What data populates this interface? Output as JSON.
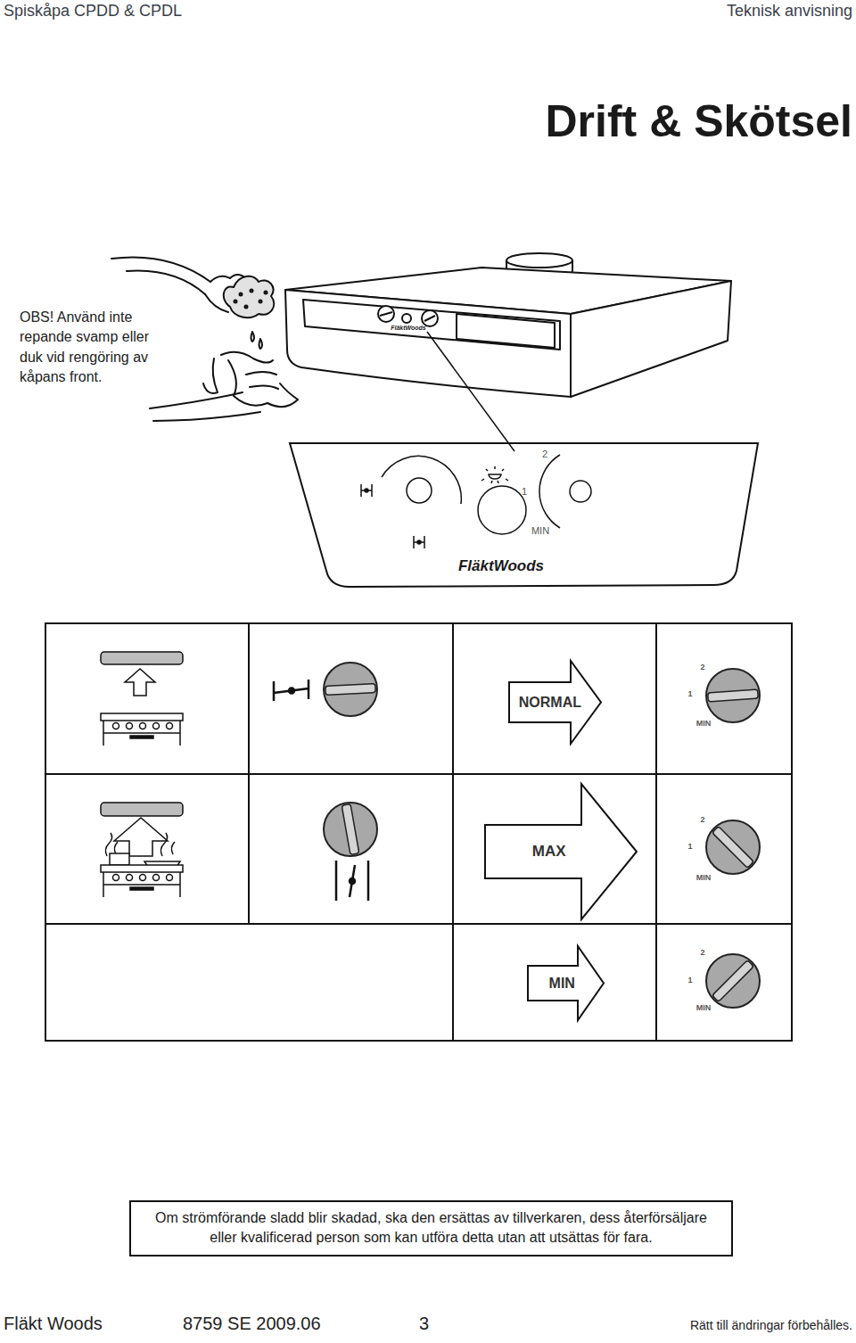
{
  "diagram": {
    "title": "Drift & Skötsel",
    "nodes": [
      {
        "text": [
          "NORMAL"
        ]
      },
      {
        "text": [
          "MAX"
        ]
      },
      {
        "text": [
          "MIN"
        ]
      },
      {
        "text": [
          "Om strömförande sladd blir skadad, ska den ersättas av tillverkaren, dess återförsäljare eller kvalificerad person som kan utföra detta utan att utsättas för fara."
        ]
      }
    ],
    "labels": [
      "Spiskåpa CPDD & CPDL",
      "Teknisk anvisning",
      "OBS! Använd inte repande svamp eller duk vid rengöring av kåpans front.",
      "FläktWoods",
      "2",
      "1",
      "MIN",
      "FläktWoods",
      "2",
      "1",
      "MIN",
      "2",
      "1",
      "MIN",
      "2",
      "1",
      "MIN",
      "Fläkt Woods",
      "8759 SE 2009.06",
      "3",
      "Rätt till ändringar förbehålles."
    ]
  }
}
